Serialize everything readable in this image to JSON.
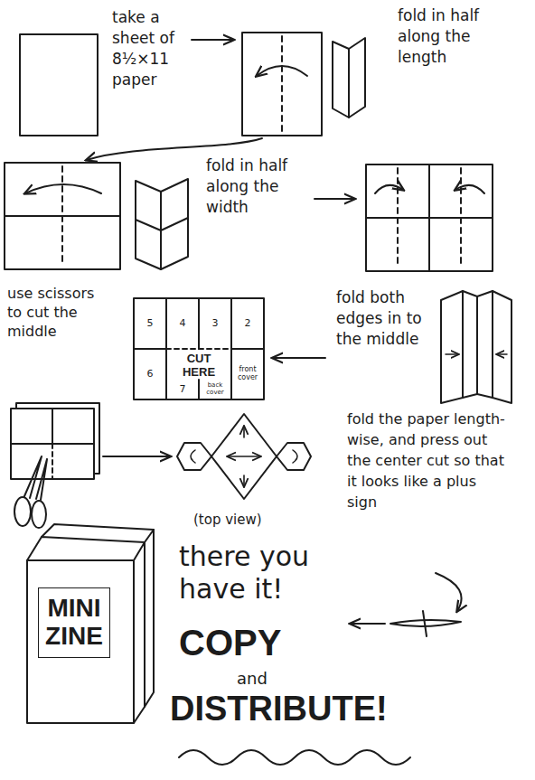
{
  "diagram": {
    "nodes": [
      {
        "text": [
          "5"
        ]
      },
      {
        "text": [
          "4"
        ]
      },
      {
        "text": [
          "3"
        ]
      },
      {
        "text": [
          "2"
        ]
      },
      {
        "text": [
          "6"
        ]
      },
      {
        "text": [
          "7"
        ]
      },
      {
        "text": [
          "back cover"
        ]
      },
      {
        "text": [
          "front cover"
        ]
      },
      {
        "text": [
          "MINI ZINE"
        ]
      }
    ],
    "labels": [
      "take a sheet of 8½×11 paper",
      "fold in half along the length",
      "fold in half along the width",
      "use scissors to cut the middle",
      "CUT HERE",
      "fold both edges in to the middle",
      "fold the paper length-wise, and press out the center cut so that it looks like a plus sign",
      "(top view)",
      "there you have it!",
      "COPY",
      "and",
      "DISTRIBUTE!"
    ]
  }
}
